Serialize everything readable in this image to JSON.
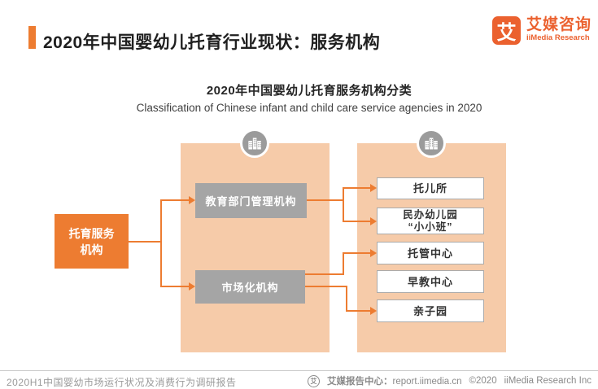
{
  "header": {
    "title": "2020年中国婴幼儿托育行业现状：服务机构",
    "logo_mark": "艾",
    "logo_cn": "艾媒咨询",
    "logo_en": "iiMedia Research"
  },
  "chart": {
    "title_cn": "2020年中国婴幼儿托育服务机构分类",
    "title_en": "Classification of Chinese infant and child care service agencies in 2020"
  },
  "diagram": {
    "root_label": "托育服务\n机构",
    "branches": [
      {
        "label": "教育部门管理机构"
      },
      {
        "label": "市场化机构"
      }
    ],
    "leaves": [
      {
        "label": "托儿所"
      },
      {
        "label": "民办幼儿园\n“小小班”"
      },
      {
        "label": "托管中心"
      },
      {
        "label": "早教中心"
      },
      {
        "label": "亲子园"
      }
    ]
  },
  "footer": {
    "report_title": "2020H1中国婴幼市场运行状况及消费行为调研报告",
    "mark": "艾",
    "center_label": "艾媒报告中心：",
    "url": "report.iimedia.cn",
    "copyright": "©2020",
    "company": "iiMedia Research Inc"
  },
  "colors": {
    "accent_orange": "#ED7C31",
    "logo_orange": "#EB612F",
    "panel_peach": "#F6CBA9",
    "box_gray": "#A5A5A5"
  }
}
